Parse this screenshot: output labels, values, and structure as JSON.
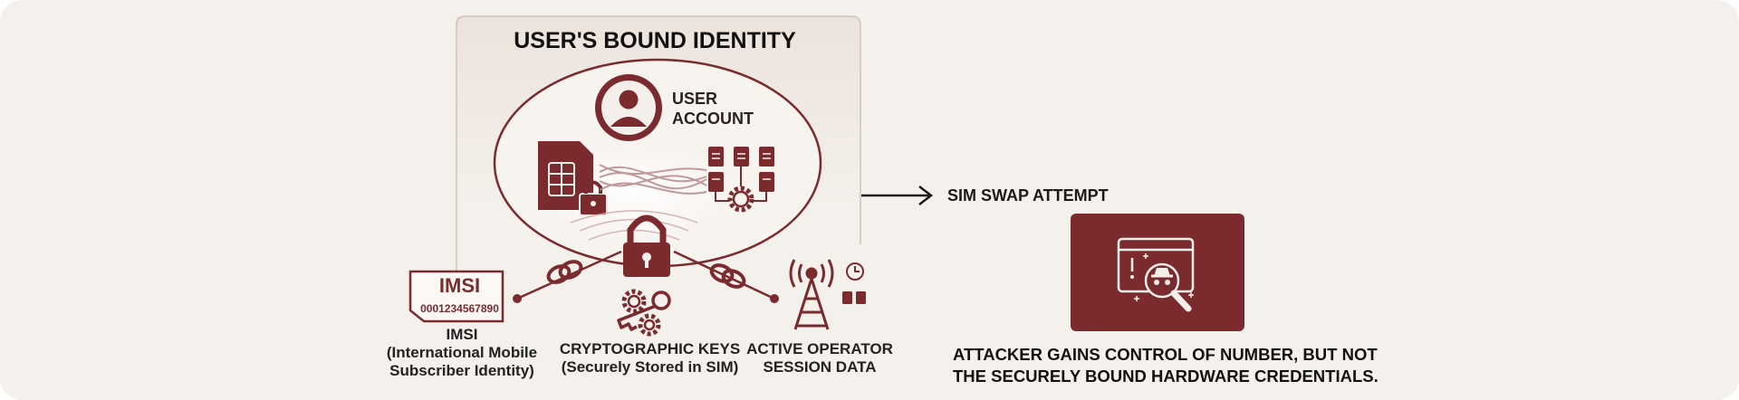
{
  "colors": {
    "accent": "#7b2b2e",
    "background": "#f4f1ed",
    "panel": "#eee6df",
    "text": "#1d1a1a"
  },
  "panel": {
    "title": "USER'S BOUND IDENTITY",
    "user_account": "USER\nACCOUNT"
  },
  "imsi_card": {
    "code": "IMSI",
    "number": "0001234567890"
  },
  "nodes": {
    "imsi_label": "IMSI\n(International Mobile\nSubscriber Identity)",
    "crypto_label": "CRYPTOGRAPHIC KEYS\n(Securely Stored in SIM)",
    "operator_label": "ACTIVE OPERATOR\nSESSION DATA"
  },
  "attack": {
    "arrow_label": "SIM SWAP ATTEMPT",
    "outcome": "ATTACKER GAINS CONTROL OF NUMBER, BUT NOT\nTHE SECURELY BOUND HARDWARE CREDENTIALS."
  },
  "icons": [
    "user-avatar-icon",
    "sim-card-icon",
    "padlock-icon",
    "documents-icon",
    "gear-icon",
    "keys-icon",
    "cell-tower-icon",
    "clock-icon",
    "chain-link-icon",
    "warning-window-icon",
    "spy-icon"
  ]
}
